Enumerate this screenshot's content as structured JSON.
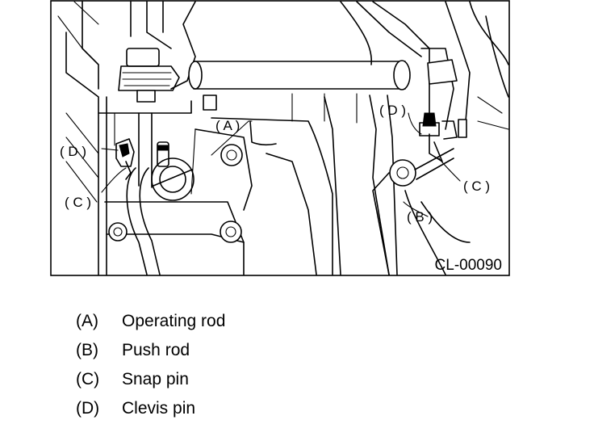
{
  "figure": {
    "code": "CL-00090",
    "callouts": [
      {
        "id": "callout-a-left",
        "text": "( A )"
      },
      {
        "id": "callout-d-left",
        "text": "( D )"
      },
      {
        "id": "callout-c-left",
        "text": "( C )"
      },
      {
        "id": "callout-d-right",
        "text": "( D )"
      },
      {
        "id": "callout-c-right",
        "text": "( C )"
      },
      {
        "id": "callout-b-right",
        "text": "( B )"
      }
    ]
  },
  "legend": [
    {
      "key": "(A)",
      "label": "Operating rod"
    },
    {
      "key": "(B)",
      "label": "Push rod"
    },
    {
      "key": "(C)",
      "label": "Snap pin"
    },
    {
      "key": "(D)",
      "label": "Clevis pin"
    }
  ]
}
